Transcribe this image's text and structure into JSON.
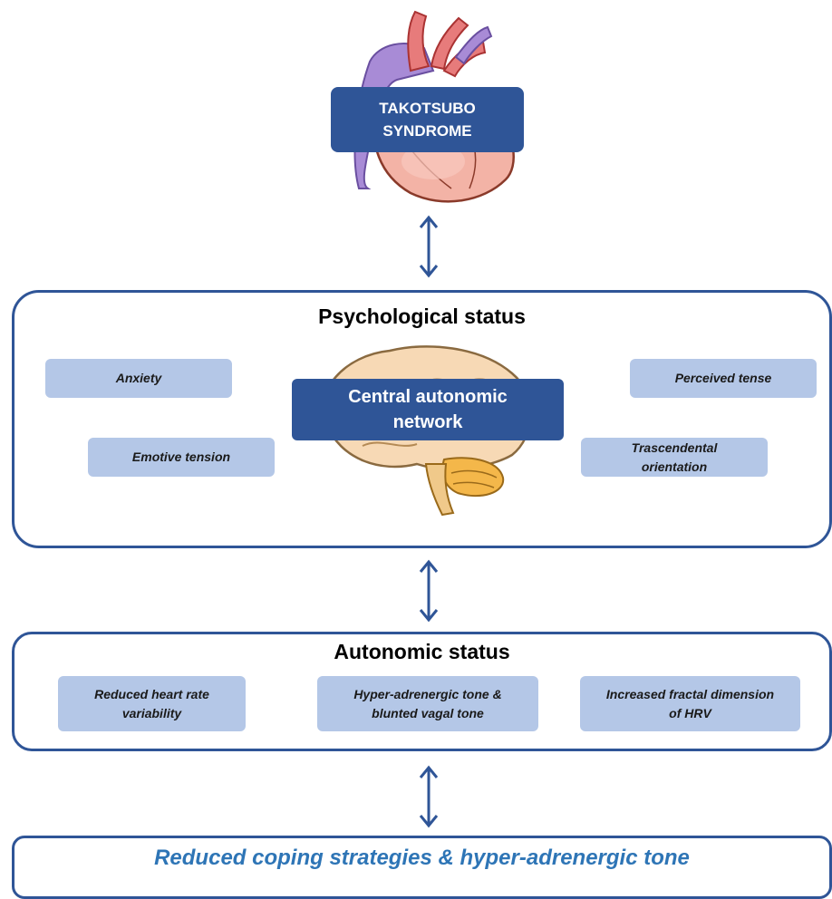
{
  "top": {
    "title_line1": "TAKOTSUBO",
    "title_line2": "SYNDROME"
  },
  "psychological": {
    "title": "Psychological status",
    "center_line1": "Central autonomic",
    "center_line2": "network",
    "items": {
      "anxiety": "Anxiety",
      "perceived_tense": "Perceived tense",
      "emotive_tension": "Emotive tension",
      "trascendental_line1": "Trascendental",
      "trascendental_line2": "orientation"
    }
  },
  "autonomic": {
    "title": "Autonomic status",
    "items": [
      {
        "line1": "Reduced heart rate",
        "line2": "variability"
      },
      {
        "line1": "Hyper-adrenergic tone &",
        "line2": "blunted vagal tone"
      },
      {
        "line1": "Increased fractal dimension",
        "line2": "of HRV"
      }
    ]
  },
  "bottom": {
    "text": "Reduced coping strategies & hyper-adrenergic tone"
  },
  "colors": {
    "dark_blue": "#2f5597",
    "light_blue": "#b4c7e7",
    "bottom_text": "#2e75b6"
  },
  "icons": {
    "heart": "heart-icon",
    "brain": "brain-icon"
  }
}
